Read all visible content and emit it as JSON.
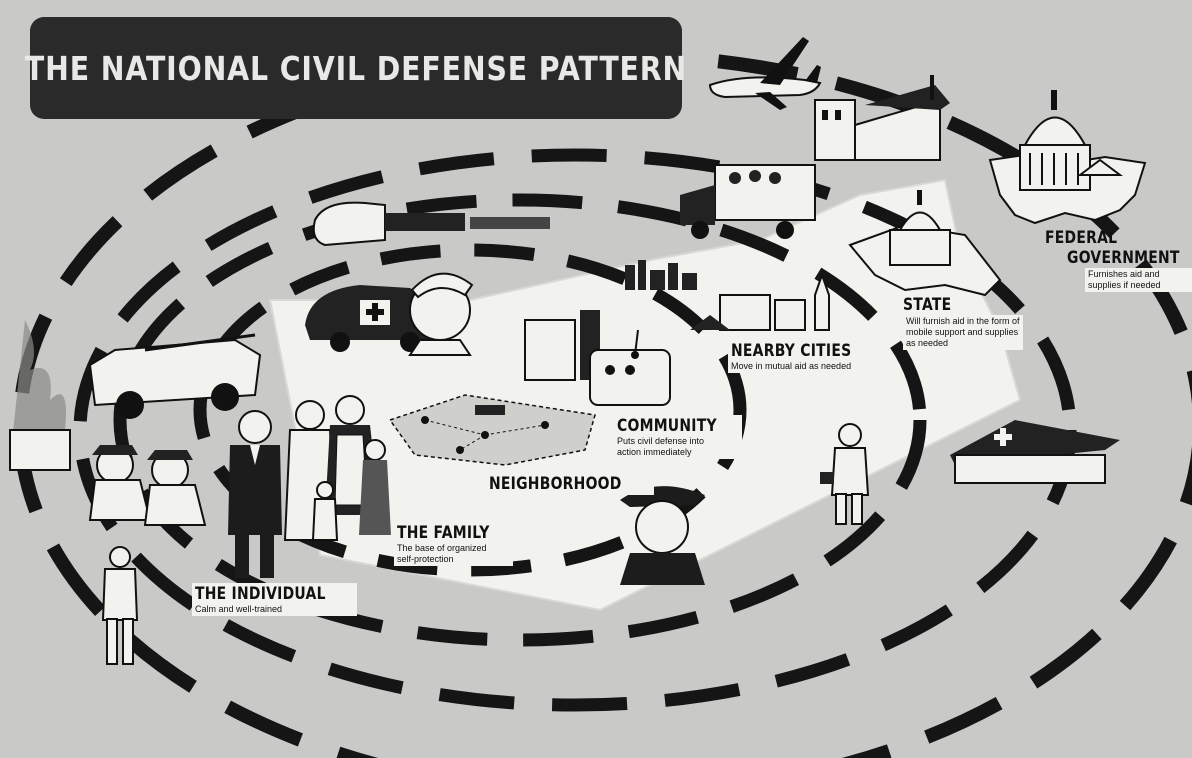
{
  "title": "THE NATIONAL CIVIL DEFENSE PATTERN",
  "levels": [
    {
      "key": "individual",
      "name": "THE INDIVIDUAL",
      "description": "Calm and well-trained"
    },
    {
      "key": "family",
      "name": "THE FAMILY",
      "description": "The base of organized\nself-protection"
    },
    {
      "key": "neighborhood",
      "name": "NEIGHBORHOOD",
      "description": ""
    },
    {
      "key": "community",
      "name": "COMMUNITY",
      "description": "Puts civil defense into\naction immediately"
    },
    {
      "key": "nearby_cities",
      "name": "NEARBY CITIES",
      "description": "Move in mutual aid as needed"
    },
    {
      "key": "state",
      "name": "STATE",
      "description": "Will furnish aid in the form of\nmobile support and supplies\nas needed"
    },
    {
      "key": "federal",
      "name_line1": "FEDERAL",
      "name_line2": "GOVERNMENT",
      "description": "Furnishes aid and\nsupplies if needed"
    }
  ],
  "colors": {
    "background": "#c9c9c7",
    "title_bar": "#2a2a2a",
    "arrow": "#f2f2ee",
    "dash": "#151515"
  },
  "icons": [
    "airplane-icon",
    "factory-icon",
    "capitol-dome-icon",
    "truck-icon",
    "train-icon",
    "state-capitol-icon",
    "ambulance-icon",
    "nurse-icon",
    "city-skyline-icon",
    "church-icon",
    "fire-truck-icon",
    "burning-building-icon",
    "firefighter-icon",
    "policeman-icon",
    "warden-icon",
    "individual-man-icon",
    "family-icon",
    "neighborhood-map-icon",
    "control-center-icon",
    "hospital-icon",
    "rescue-worker-icon"
  ]
}
